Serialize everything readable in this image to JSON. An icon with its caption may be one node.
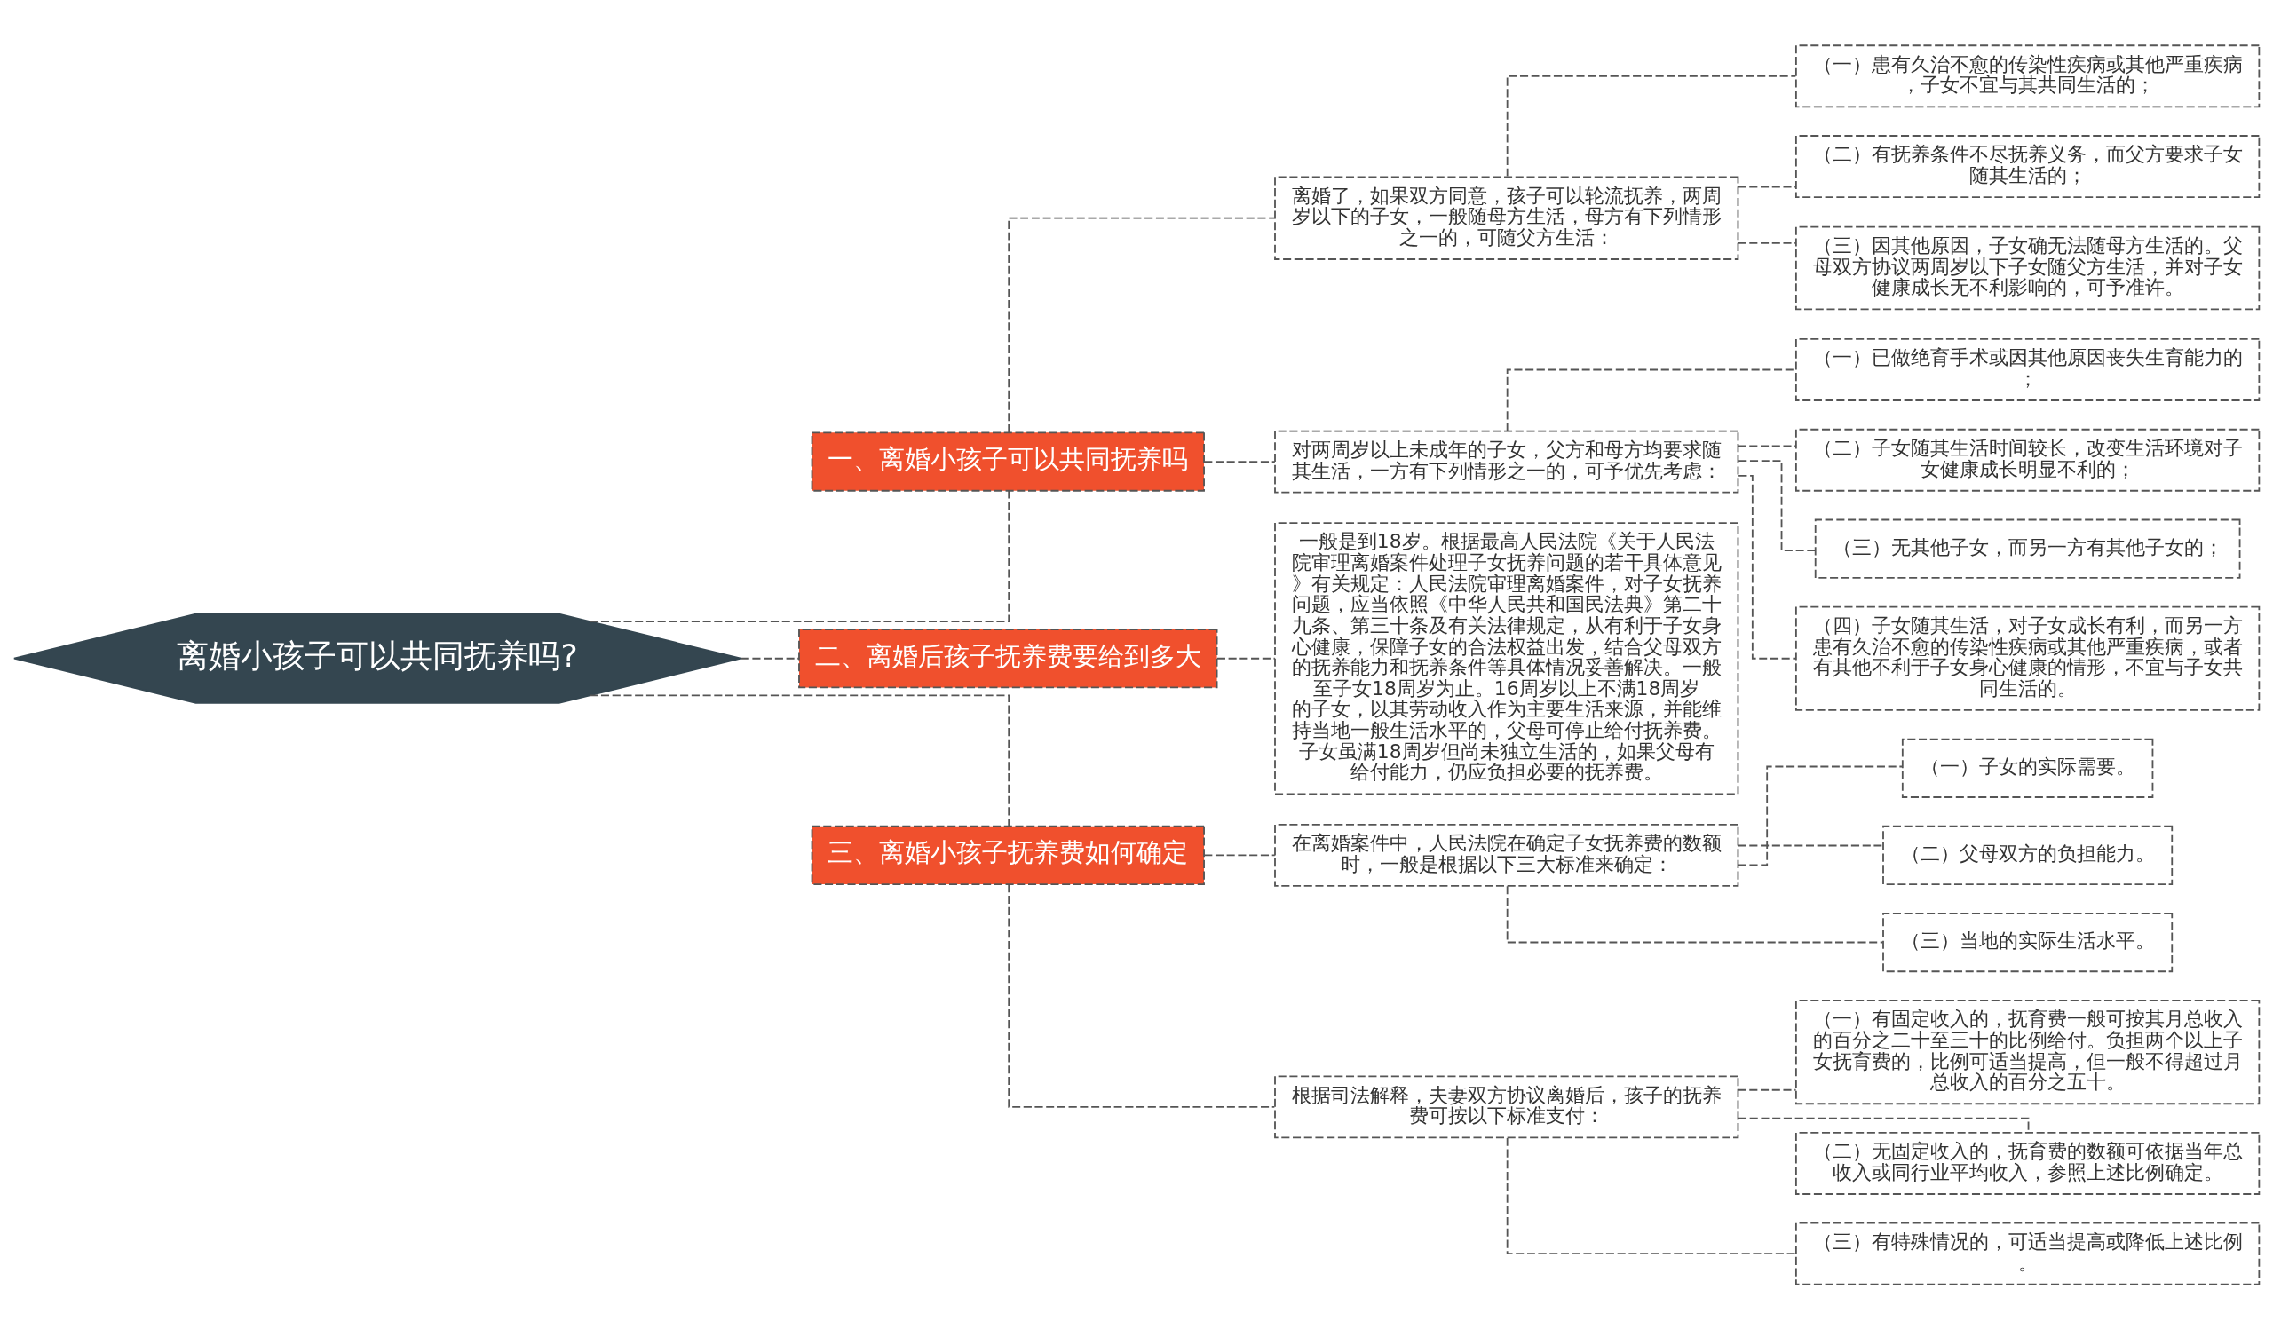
{
  "diagram": {
    "nodes": [
      {
        "text": [
          "离婚小孩子可以共同抚养吗?"
        ]
      },
      {
        "text": [
          "一、离婚小孩子可以共同抚养吗"
        ]
      },
      {
        "text": [
          "离婚了，如果双方同意，孩子可以轮流抚养，两周岁以下的子女，一般随母方生活，母方有下列情形之一的，可随父方生活："
        ]
      },
      {
        "text": [
          "（一）患有久治不愈的传染性疾病或其他严重疾病，子女不宜与其共同生活的；"
        ]
      },
      {
        "text": [
          "（二）有抚养条件不尽抚养义务，而父方要求子女随其生活的；"
        ]
      },
      {
        "text": [
          "（三）因其他原因，子女确无法随母方生活的。父母双方协议两周岁以下子女随父方生活，并对子女健康成长无不利影响的，可予准许。"
        ]
      },
      {
        "text": [
          "对两周岁以上未成年的子女，父方和母方均要求随其生活，一方有下列情形之一的，可予优先考虑："
        ]
      },
      {
        "text": [
          "（一）已做绝育手术或因其他原因丧失生育能力的；"
        ]
      },
      {
        "text": [
          "（二）子女随其生活时间较长，改变生活环境对子女健康成长明显不利的；"
        ]
      },
      {
        "text": [
          "（三）无其他子女，而另一方有其他子女的；"
        ]
      },
      {
        "text": [
          "（四）子女随其生活，对子女成长有利，而另一方患有久治不愈的传染性疾病或其他严重疾病，或者有其他不利于子女身心健康的情形，不宜与子女共同生活的。"
        ]
      },
      {
        "text": [
          "二、离婚后孩子抚养费要给到多大"
        ]
      },
      {
        "text": [
          "一般是到18岁。根据最高人民法院《关于人民法院审理离婚案件处理子女抚养问题的若干具体意见》有关规定：人民法院审理离婚案件，对子女抚养问题，应当依照《中华人民共和国民法典》第二十九条、第三十条及有关法律规定，从有利于子女身心健康，保障子女的合法权益出发，结合父母双方的抚养能力和抚养条件等具体情况妥善解决。一般至子女18周岁为止。16周岁以上不满18周岁的子女，以其劳动收入作为主要生活来源，并能维持当地一般生活水平的，父母可停止给付抚养费。子女虽满18周岁但尚未独立生活的，如果父母有给付能力，仍应负担必要的抚养费。"
        ]
      },
      {
        "text": [
          "三、离婚小孩子抚养费如何确定"
        ]
      },
      {
        "text": [
          "在离婚案件中，人民法院在确定子女抚养费的数额时，一般是根据以下三大标准来确定："
        ]
      },
      {
        "text": [
          "（一）子女的实际需要。"
        ]
      },
      {
        "text": [
          "（二）父母双方的负担能力。"
        ]
      },
      {
        "text": [
          "（三）当地的实际生活水平。"
        ]
      },
      {
        "text": [
          "根据司法解释，夫妻双方协议离婚后，孩子的抚养费可按以下标准支付："
        ]
      },
      {
        "text": [
          "（一）有固定收入的，抚育费一般可按其月总收入的百分之二十至三十的比例给付。负担两个以上子女抚育费的，比例可适当提高，但一般不得超过月总收入的百分之五十。"
        ]
      },
      {
        "text": [
          "（二）无固定收入的，抚育费的数额可依据当年总收入或同行业平均收入，参照上述比例确定。"
        ]
      },
      {
        "text": [
          "（三）有特殊情况的，可适当提高或降低上述比例。"
        ]
      }
    ],
    "edges": [
      {
        "from": 0,
        "to": 1,
        "arrow": "none",
        "style": "dashed"
      },
      {
        "from": 1,
        "to": 2,
        "arrow": "none",
        "style": "dashed"
      },
      {
        "from": 2,
        "to": 3,
        "arrow": "none",
        "style": "dashed"
      },
      {
        "from": 2,
        "to": 4,
        "arrow": "none",
        "style": "dashed"
      },
      {
        "from": 2,
        "to": 5,
        "arrow": "none",
        "style": "dashed"
      },
      {
        "from": 1,
        "to": 6,
        "arrow": "none",
        "style": "dashed"
      },
      {
        "from": 6,
        "to": 7,
        "arrow": "none",
        "style": "dashed"
      },
      {
        "from": 6,
        "to": 8,
        "arrow": "none",
        "style": "dashed"
      },
      {
        "from": 6,
        "to": 9,
        "arrow": "none",
        "style": "dashed"
      },
      {
        "from": 6,
        "to": 10,
        "arrow": "none",
        "style": "dashed"
      },
      {
        "from": 0,
        "to": 11,
        "arrow": "none",
        "style": "dashed"
      },
      {
        "from": 11,
        "to": 12,
        "arrow": "none",
        "style": "dashed"
      },
      {
        "from": 0,
        "to": 13,
        "arrow": "none",
        "style": "dashed"
      },
      {
        "from": 13,
        "to": 14,
        "arrow": "none",
        "style": "dashed"
      },
      {
        "from": 14,
        "to": 15,
        "arrow": "none",
        "style": "dashed"
      },
      {
        "from": 14,
        "to": 16,
        "arrow": "none",
        "style": "dashed"
      },
      {
        "from": 14,
        "to": 17,
        "arrow": "none",
        "style": "dashed"
      },
      {
        "from": 13,
        "to": 18,
        "arrow": "none",
        "style": "dashed"
      },
      {
        "from": 18,
        "to": 19,
        "arrow": "none",
        "style": "dashed"
      },
      {
        "from": 18,
        "to": 20,
        "arrow": "none",
        "style": "dashed"
      },
      {
        "from": 18,
        "to": 21,
        "arrow": "none",
        "style": "dashed"
      }
    ]
  }
}
